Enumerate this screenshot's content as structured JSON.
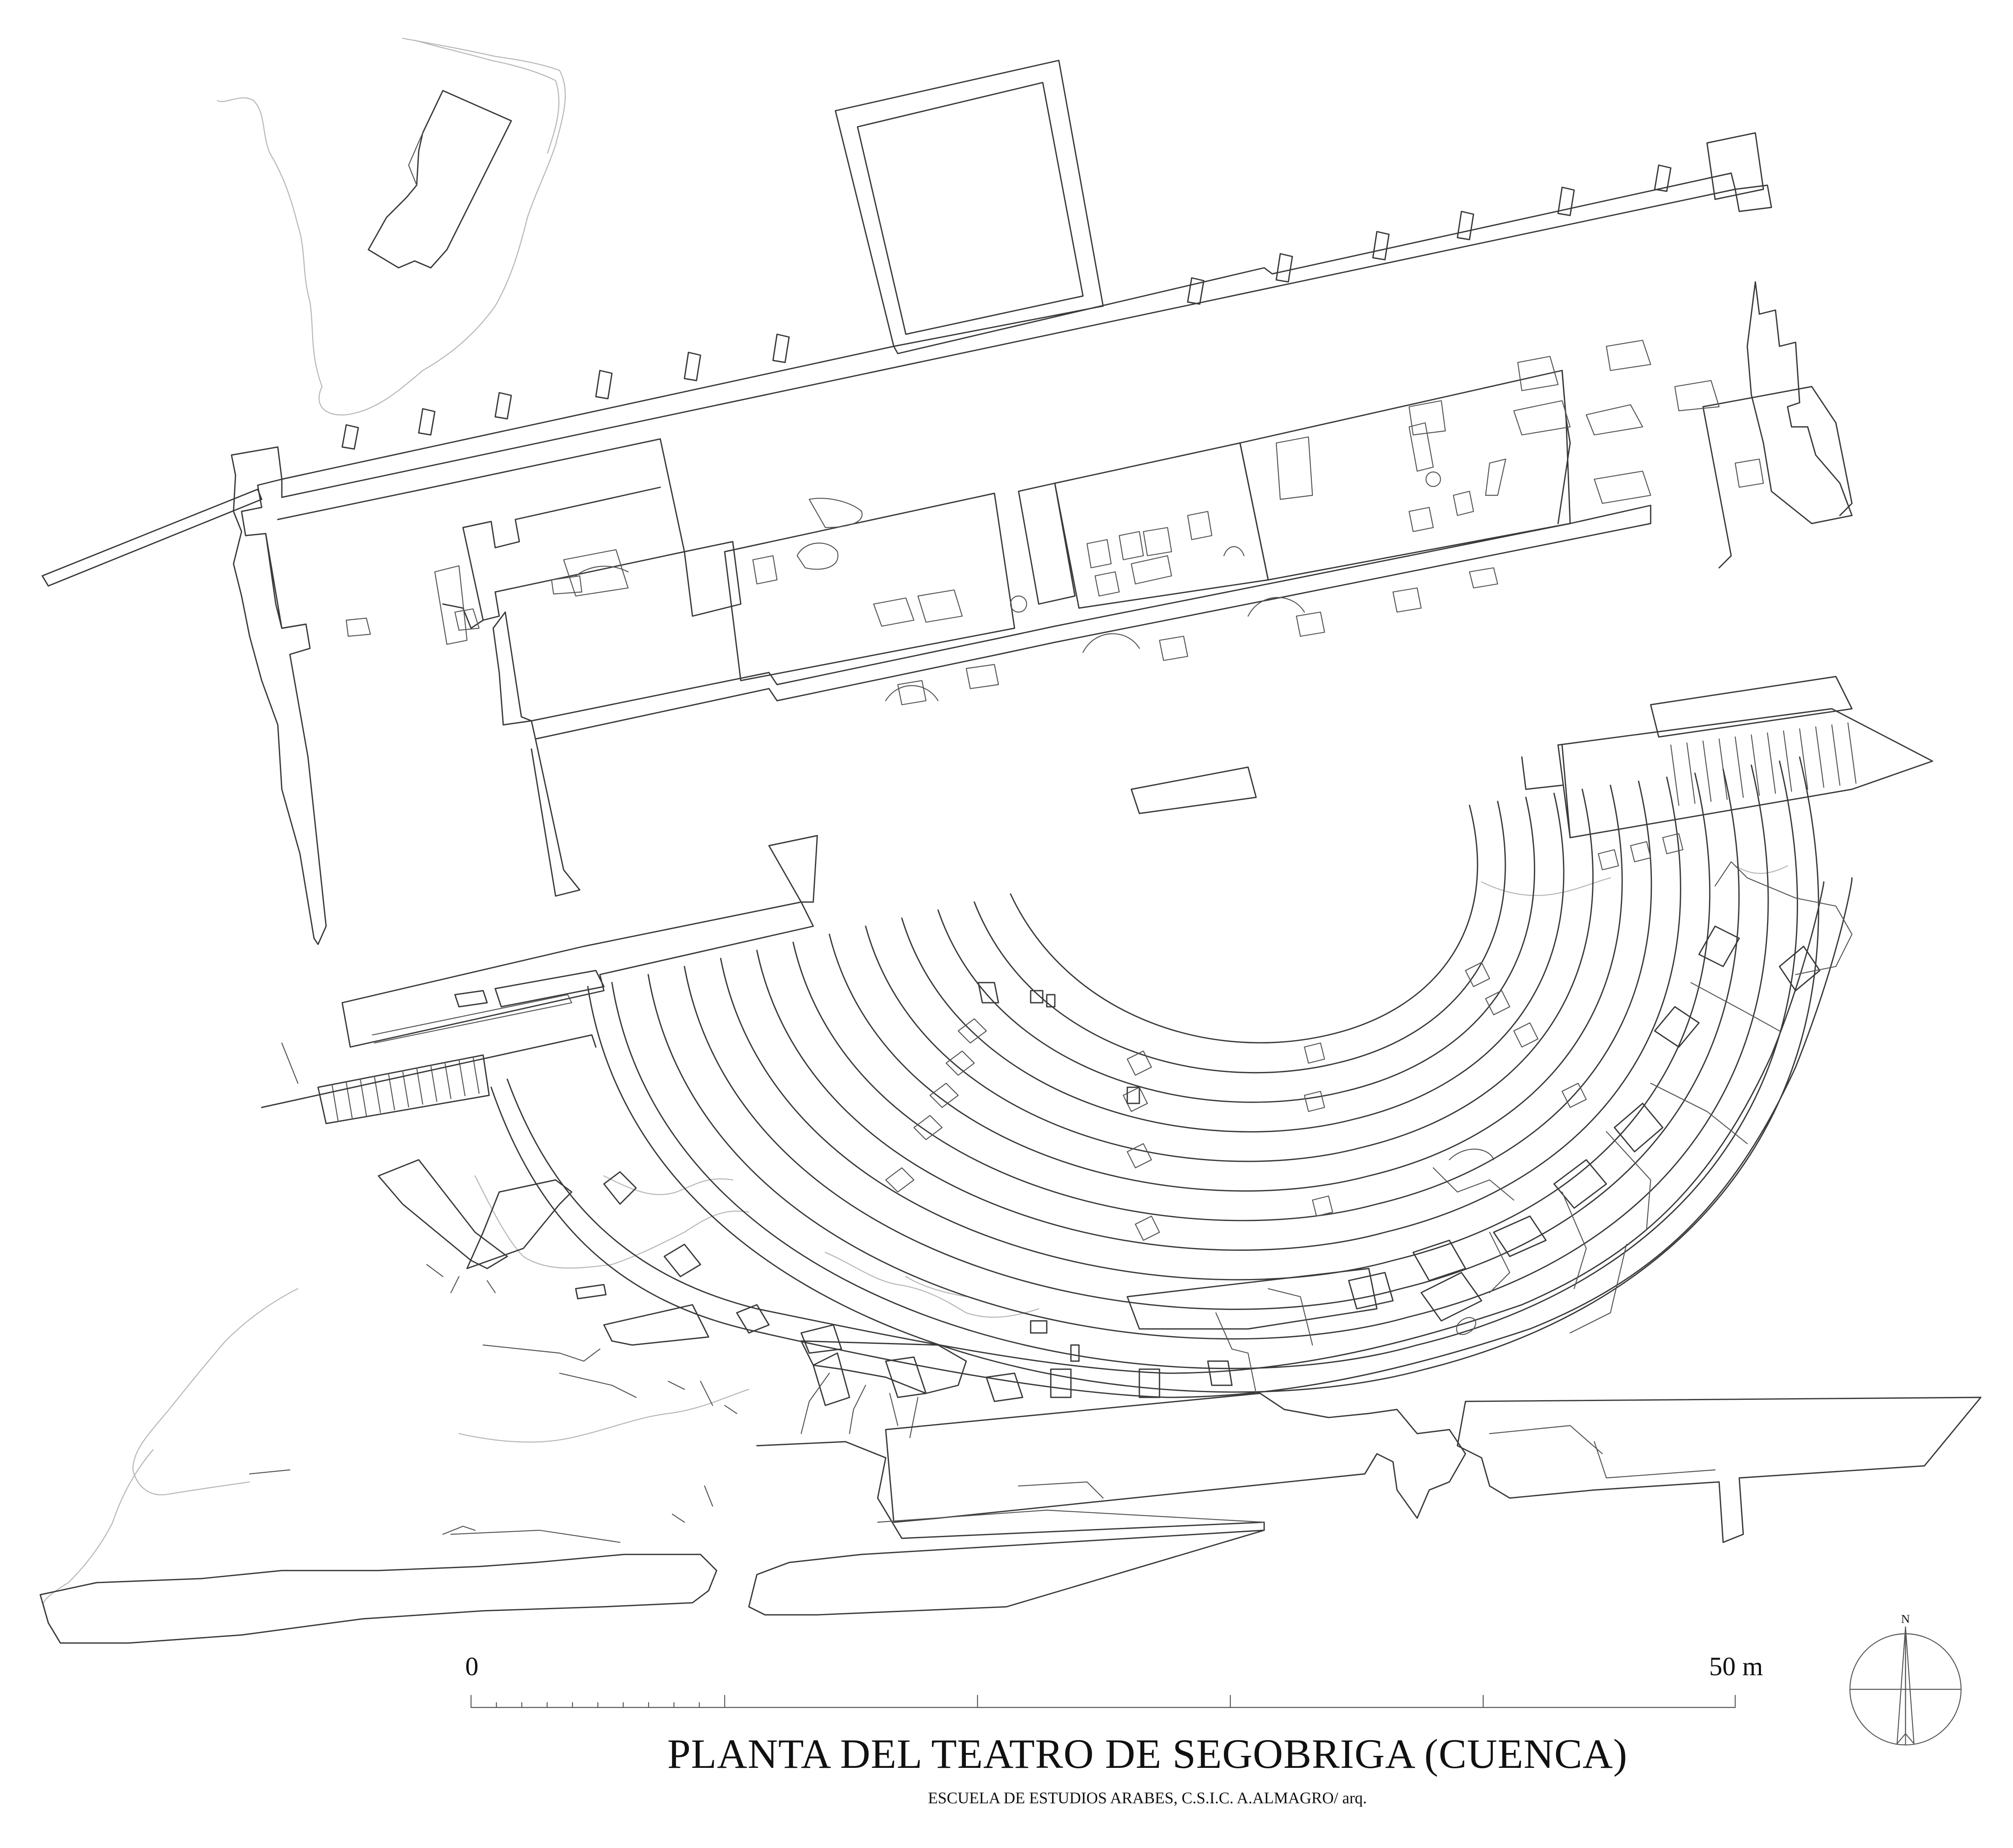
{
  "title": "PLANTA DEL TEATRO  DE SEGOBRIGA (CUENCA)",
  "subtitle": "ESCUELA DE ESTUDIOS ARABES, C.S.I.C. A.ALMAGRO/ arq.",
  "scale_bar": {
    "start_label": "0",
    "end_label": "50 m"
  },
  "north_arrow": {
    "label": "N"
  },
  "colors": {
    "line": "#3a3a3a",
    "terrain": "#b8b8b8",
    "background": "#ffffff"
  }
}
